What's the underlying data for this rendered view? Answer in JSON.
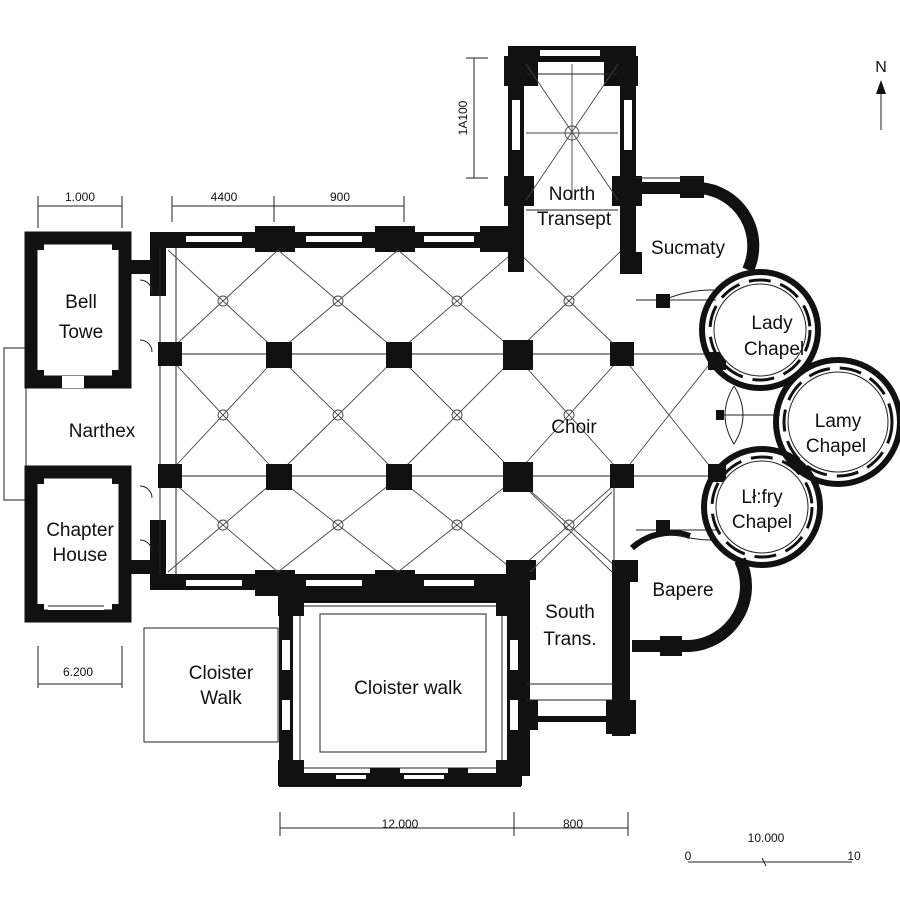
{
  "rooms": {
    "bell_tower": [
      "Bell",
      "Towe"
    ],
    "narthex": "Narthex",
    "chapter_house": [
      "Chapter",
      "House"
    ],
    "north_transept": [
      "North",
      "Transept"
    ],
    "sacristy": "Sucmaty",
    "choir": "Choir",
    "lady_chapel": [
      "Lady",
      "Chapel"
    ],
    "lamy_chapel": [
      "Lamy",
      "Chapel"
    ],
    "lifry_chapel": [
      "Lł:fry",
      "Chapel"
    ],
    "bapere": "Bapere",
    "south_transept": [
      "South",
      "Trans."
    ],
    "cloister_walk_left": [
      "Cloister",
      "Walk"
    ],
    "cloister_walk_main": "Cloister walk"
  },
  "dimensions": {
    "top_left": "1.000",
    "top_bay_1": "4400",
    "top_bay_2": "900",
    "transept_vertical": "1A100",
    "bottom_left": "6.200",
    "bottom_cloister": "12.000",
    "bottom_transept": "800"
  },
  "north_arrow": "N",
  "scale_bar": {
    "label": "10.000",
    "start": "0",
    "end": "10"
  },
  "colors": {
    "wall": "#111111",
    "background": "#ffffff"
  }
}
